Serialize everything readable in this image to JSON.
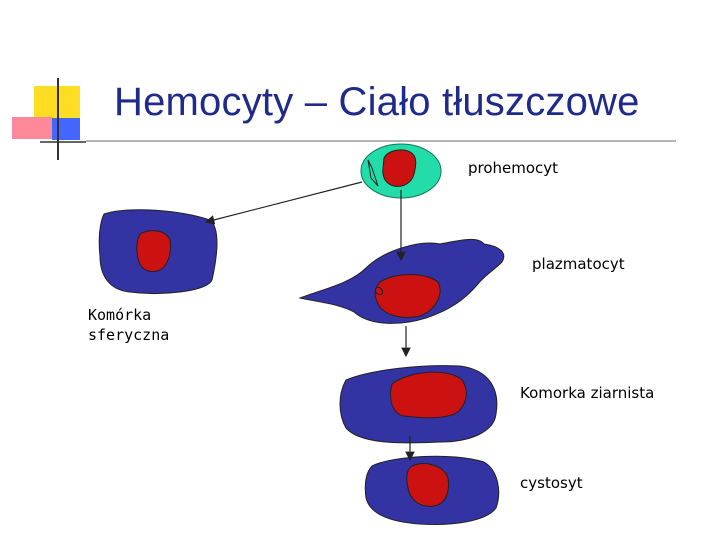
{
  "title": "Hemocyty – Ciało tłuszczowe",
  "colors": {
    "title": "#1f2a8a",
    "cell_body": "#3333a3",
    "nucleus": "#cc1111",
    "prohemocyte_body": "#22ddaa",
    "deco_yellow": "#ffdd22",
    "deco_red": "#ff6677",
    "deco_blue": "#4466ff"
  },
  "cells": {
    "prohemocyte": "prohemocyt",
    "plasmatocyte": "plazmatocyt",
    "spherule_line1": "Komórka",
    "spherule_line2": "sferyczna",
    "granular": "Komorka ziarnista",
    "cystocyte": "cystosyt"
  }
}
